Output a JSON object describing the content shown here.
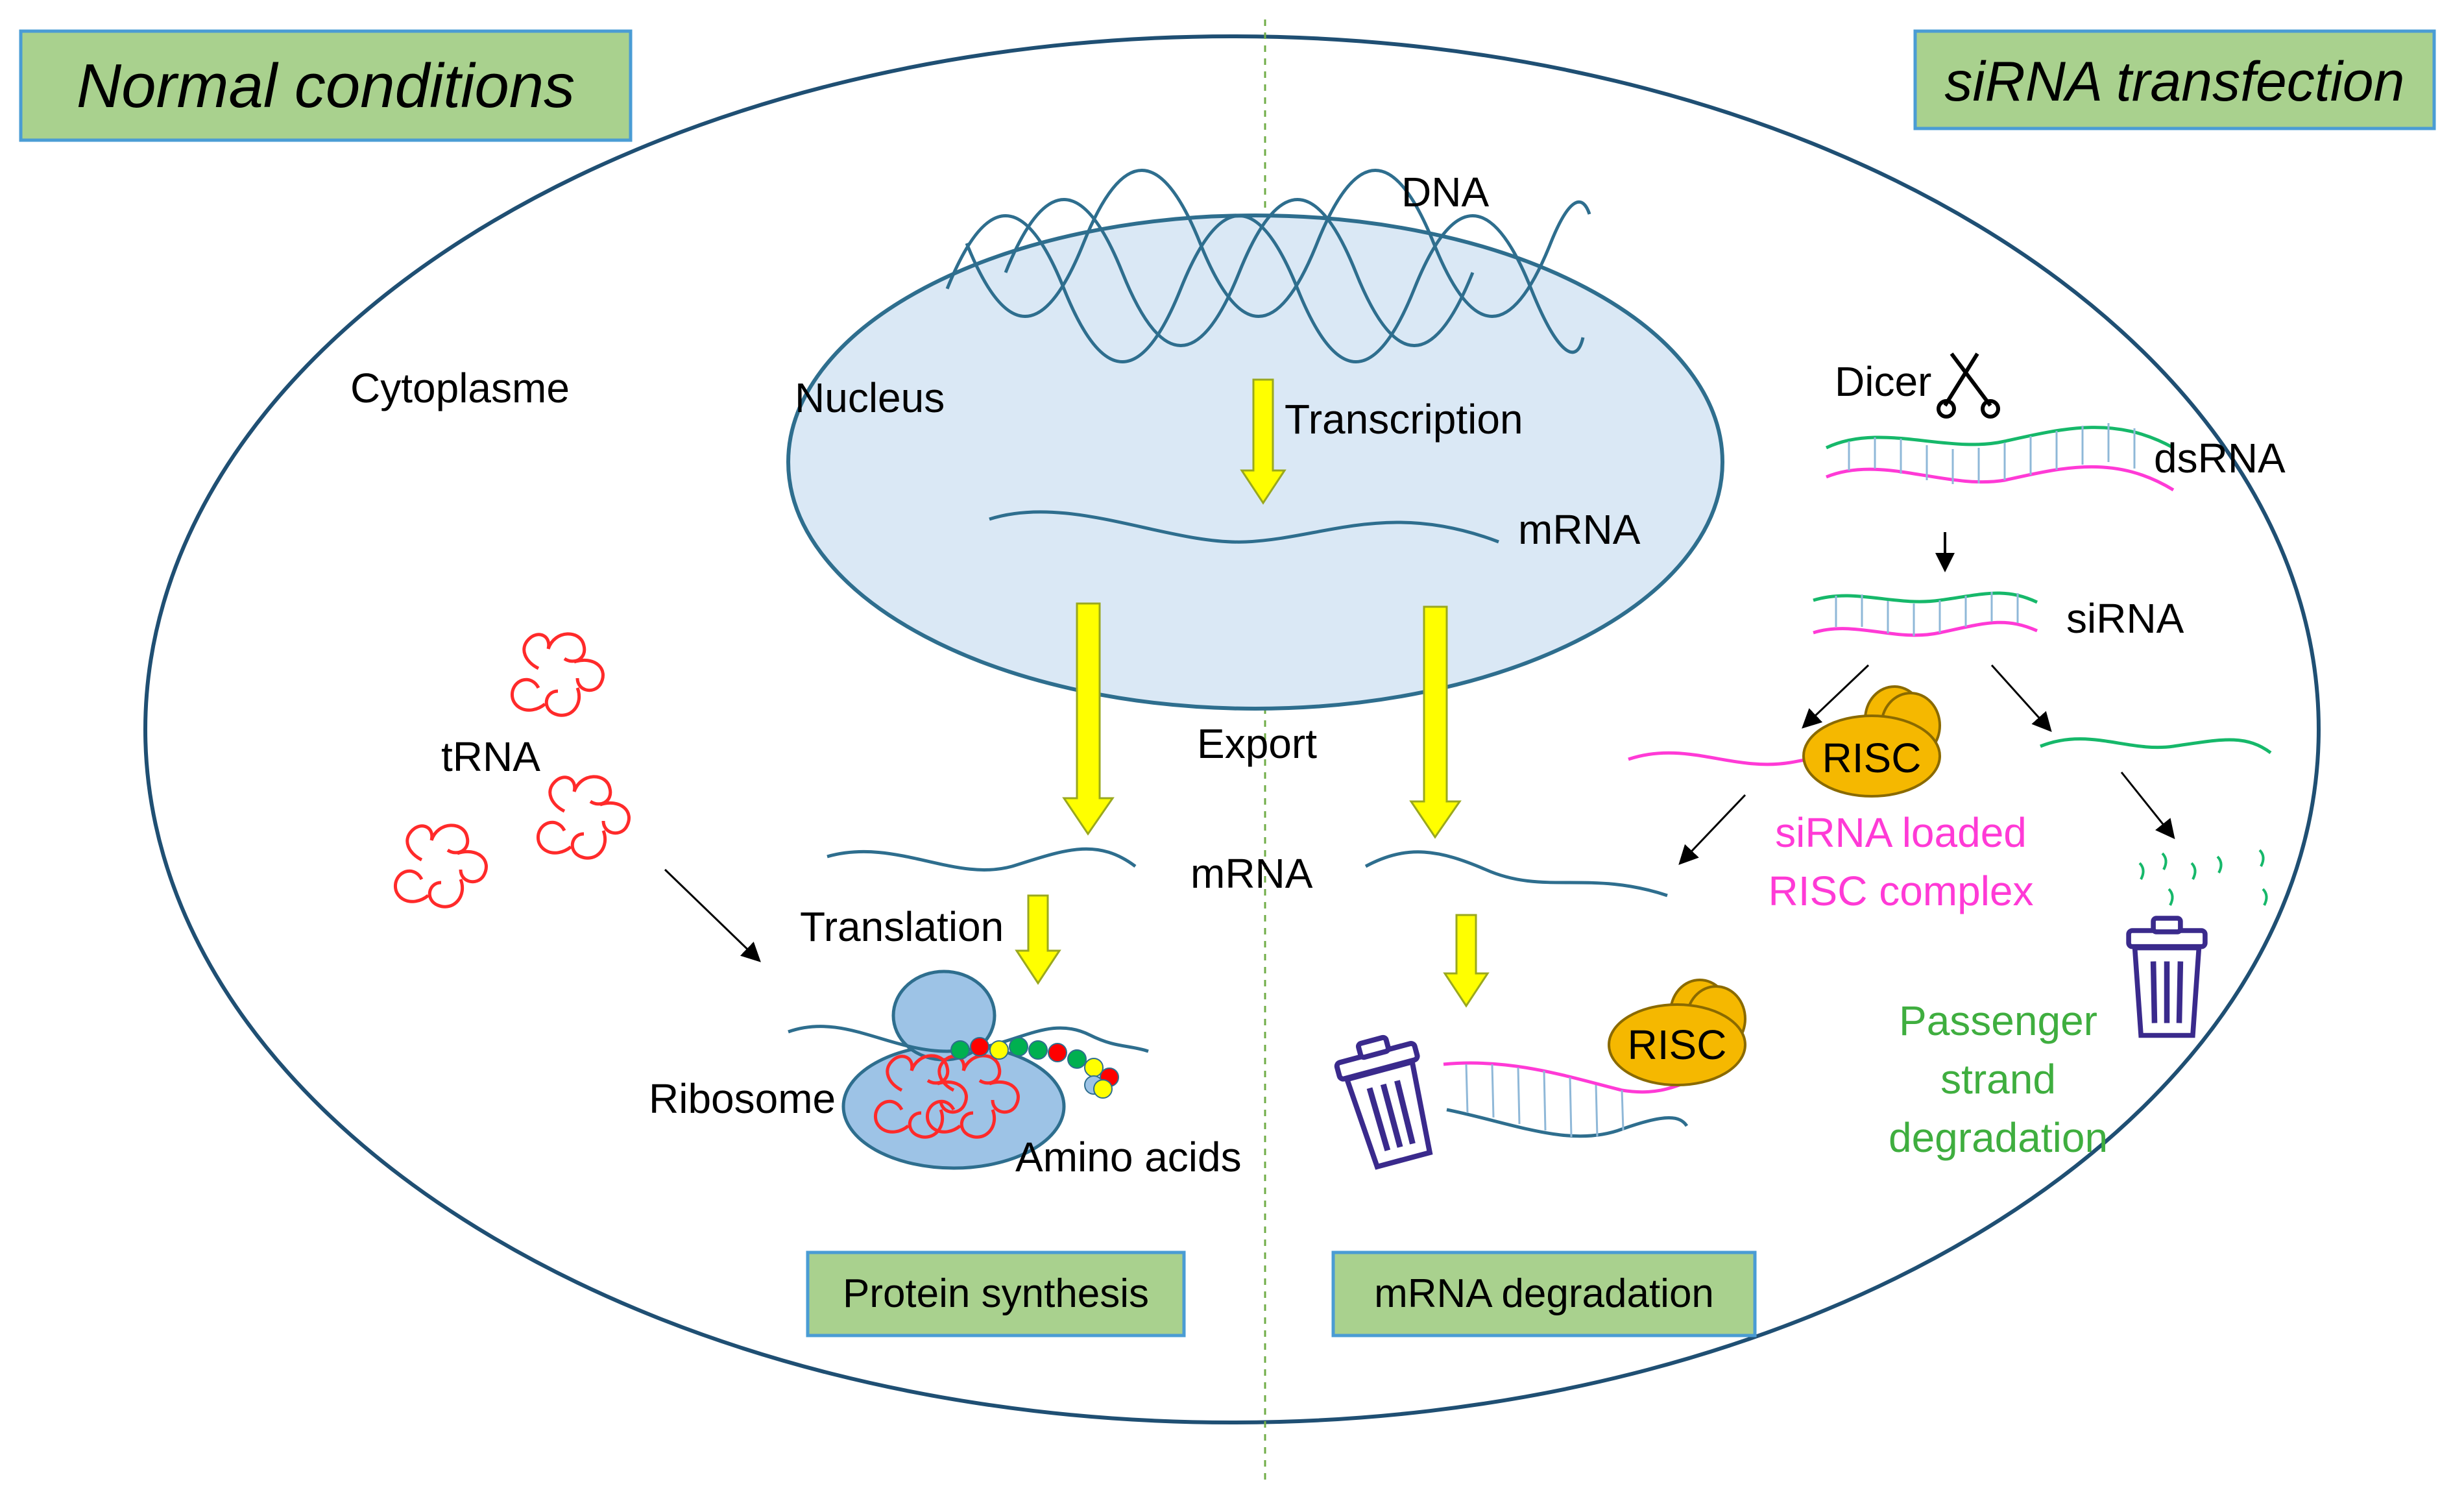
{
  "headers": {
    "left": "Normal conditions",
    "right": "siRNA transfection"
  },
  "labels": {
    "dna": "DNA",
    "nucleus": "Nucleus",
    "transcription": "Transcription",
    "mrna_nucleus": "mRNA",
    "cytoplasme": "Cytoplasme",
    "trna": "tRNA",
    "export": "Export",
    "mrna_cyto": "mRNA",
    "translation": "Translation",
    "ribosome": "Ribosome",
    "amino_acids": "Amino acids",
    "dicer": "Dicer",
    "dsrna": "dsRNA",
    "sirna": "siRNA",
    "risc_loaded": "RISC",
    "risc_bound": "RISC",
    "sirna_loaded_line1": "siRNA loaded",
    "sirna_loaded_line2": "RISC complex",
    "passenger_line1": "Passenger",
    "passenger_line2": "strand",
    "passenger_line3": "degradation"
  },
  "outcomes": {
    "protein": "Protein synthesis",
    "degradation": "mRNA degradation"
  },
  "colors": {
    "nucleus_fill": "#dae8f5",
    "strand": "#2e6e8e",
    "arrow_yellow": "#ffff00",
    "arrow_olive": "#9aa81e",
    "trna": "#ff2a2a",
    "sirna_guide": "#ff3ad6",
    "sirna_passenger": "#16b86a",
    "risc": "#f5b800",
    "box_fill": "#a9d18e",
    "box_border": "#4a9cd4",
    "passenger_text": "#3fae3f",
    "trash": "#3a2a8c"
  }
}
